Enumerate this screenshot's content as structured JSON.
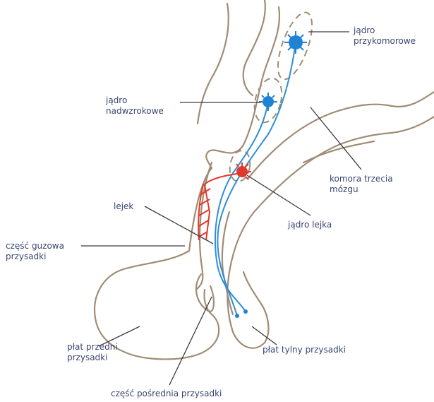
{
  "labels": {
    "paraventricular": "jądro\nprzykomorowe",
    "supraoptic": "jądro\nnadwzrokowe",
    "third_ventricle": "komora trzecia\nmózgu",
    "arcuate": "jądro lejka",
    "infundibulum": "lejek",
    "pars_tuberalis": "część guzowa\nprzysadki",
    "anterior_lobe": "płat przedni\nprzysadki",
    "posterior_lobe": "płat tylny przysadki",
    "intermediate": "część pośrednia przysadki"
  },
  "colors": {
    "outline": "#a08c74",
    "neuron_blue": "#1f82d2",
    "neuron_red": "#e0382a",
    "text": "#3a4670",
    "leader": "#3a3a44"
  }
}
